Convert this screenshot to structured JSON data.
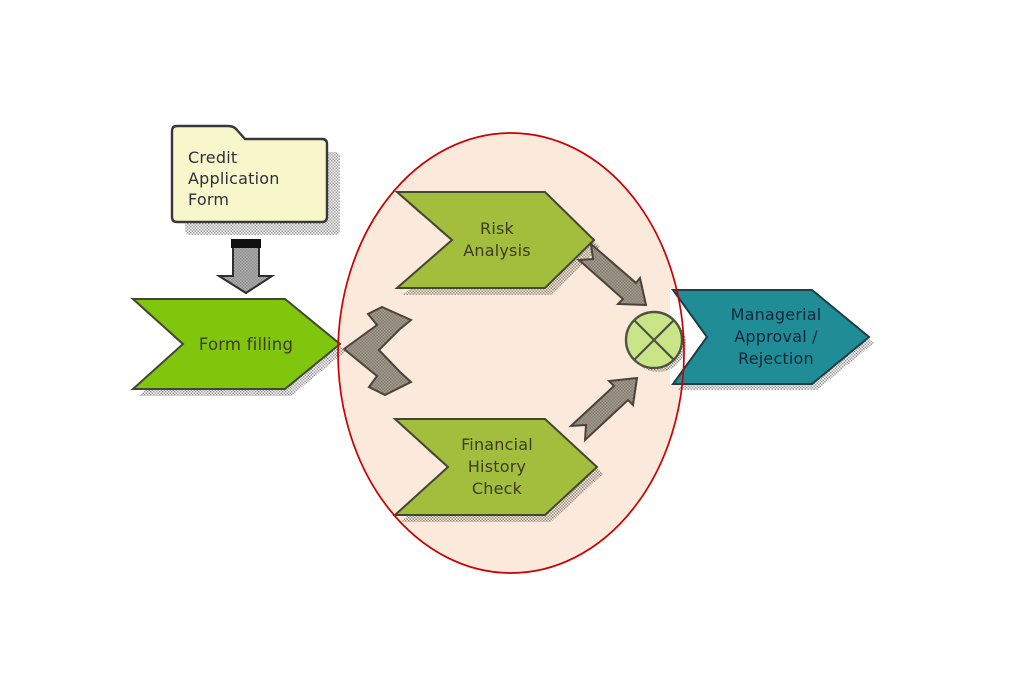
{
  "flowchart": {
    "credit_form": {
      "label": "Credit\nApplication\nForm",
      "shape": "folder"
    },
    "form_filling": {
      "label": "Form filling",
      "shape": "chevron"
    },
    "risk_analysis": {
      "label": "Risk\nAnalysis",
      "shape": "chevron"
    },
    "financial_history_check": {
      "label": "Financial\nHistory\nCheck",
      "shape": "chevron"
    },
    "managerial_approval": {
      "label": "Managerial\nApproval /\nRejection",
      "shape": "chevron"
    },
    "gateway": {
      "symbol": "circle-with-x (XOR gateway)"
    },
    "scope_ellipse": {
      "purpose": "highlights parallel checks region"
    },
    "colors": {
      "bright_green": "#7FC60D",
      "olive_green": "#A2BE3C",
      "teal": "#1F8C96",
      "folder_fill": "#F8F7CB",
      "ellipse_fill": "#FBE9DC",
      "ellipse_border": "#CB0000",
      "gateway_circle_fill": "#C9E588",
      "arrow_gray": "#A3A09B",
      "shadow_gray": "#9C9C9C"
    }
  }
}
